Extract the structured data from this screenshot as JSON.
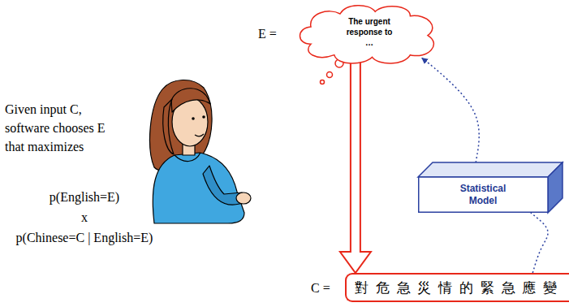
{
  "diagram": {
    "nodes": [
      {
        "text": [
          "The urgent response to …"
        ]
      },
      {
        "text": [
          "Statistical Model"
        ]
      },
      {
        "text": [
          "對危急災情的緊急應變"
        ]
      }
    ],
    "edges": [
      {
        "from": 0,
        "to": 2,
        "arrow": "to"
      },
      {
        "from": 1,
        "to": 0,
        "arrow": "to"
      },
      {
        "from": 2,
        "to": 1,
        "arrow": "none"
      }
    ],
    "labels": [
      "E =",
      "Given input C, software chooses E that maximizes",
      "p(English=E)",
      "x",
      "p(Chinese=C | English=E)",
      "C ="
    ]
  }
}
